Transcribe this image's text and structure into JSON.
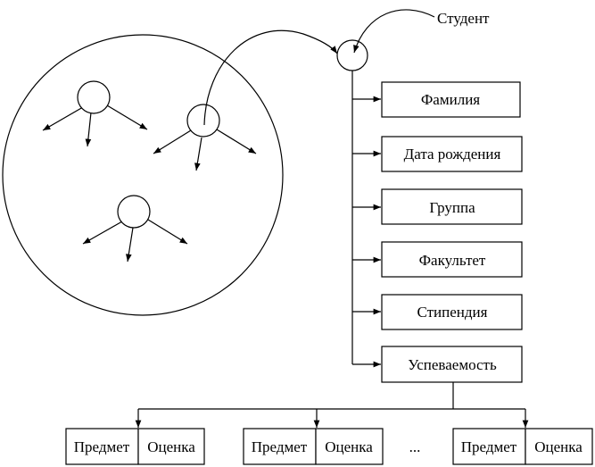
{
  "root_label": "Студент",
  "fields": [
    {
      "label": "Фамилия"
    },
    {
      "label": "Дата рождения"
    },
    {
      "label": "Группа"
    },
    {
      "label": "Факультет"
    },
    {
      "label": "Стипендия"
    },
    {
      "label": "Успеваемость"
    }
  ],
  "grade_pairs": [
    {
      "subject": "Предмет",
      "grade": "Оценка"
    },
    {
      "subject": "Предмет",
      "grade": "Оценка"
    },
    {
      "subject": "Предмет",
      "grade": "Оценка"
    }
  ],
  "ellipsis": "..."
}
